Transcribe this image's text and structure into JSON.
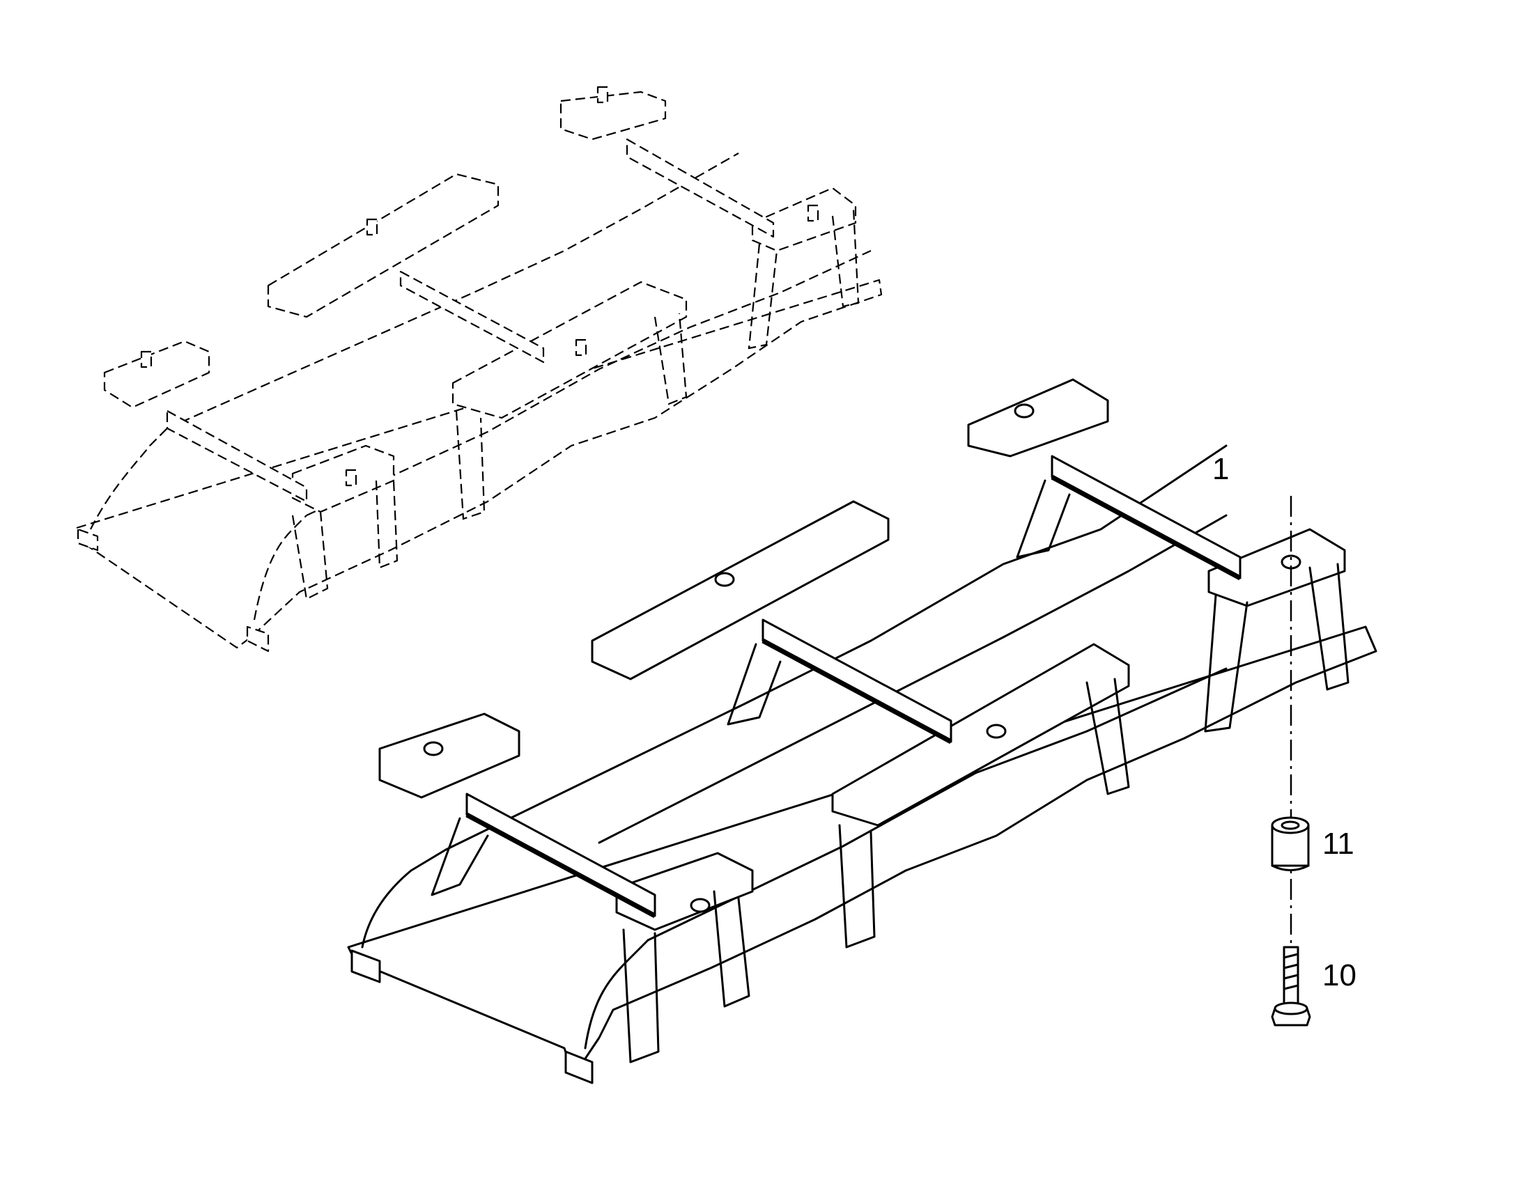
{
  "diagram": {
    "callouts": {
      "frame": "1",
      "spacer": "11",
      "bolt": "10"
    },
    "line_color": "#000000",
    "background": "#ffffff"
  }
}
